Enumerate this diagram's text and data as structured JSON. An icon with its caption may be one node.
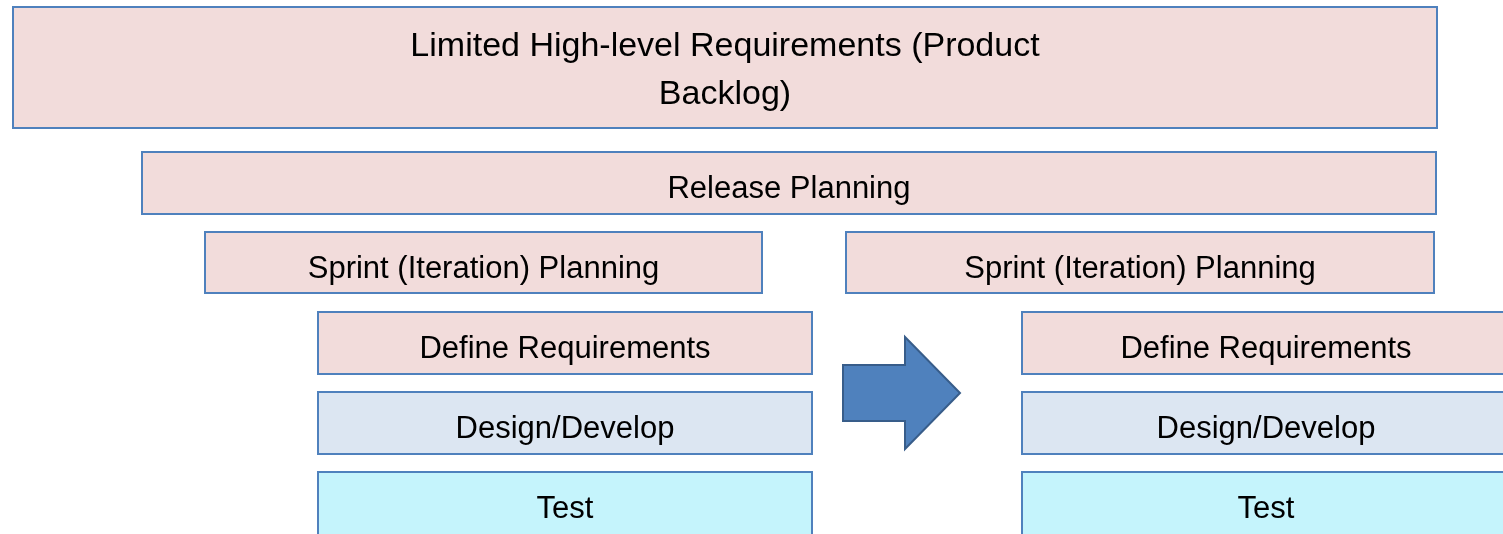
{
  "diagram": {
    "nodes": [
      {
        "text": [
          "Limited High-level Requirements (Product Backlog)"
        ]
      },
      {
        "text": [
          "Release Planning"
        ]
      },
      {
        "text": [
          "Sprint (Iteration) Planning"
        ]
      },
      {
        "text": [
          "Sprint (Iteration) Planning"
        ]
      },
      {
        "text": [
          "Define Requirements"
        ]
      },
      {
        "text": [
          "Design/Develop"
        ]
      },
      {
        "text": [
          "Test"
        ]
      },
      {
        "text": [
          "Define Requirements"
        ]
      },
      {
        "text": [
          "Design/Develop"
        ]
      },
      {
        "text": [
          "Test"
        ]
      }
    ],
    "edges": [
      {
        "from": 5,
        "to": 8,
        "arrow": "to",
        "style": "thick"
      }
    ]
  }
}
